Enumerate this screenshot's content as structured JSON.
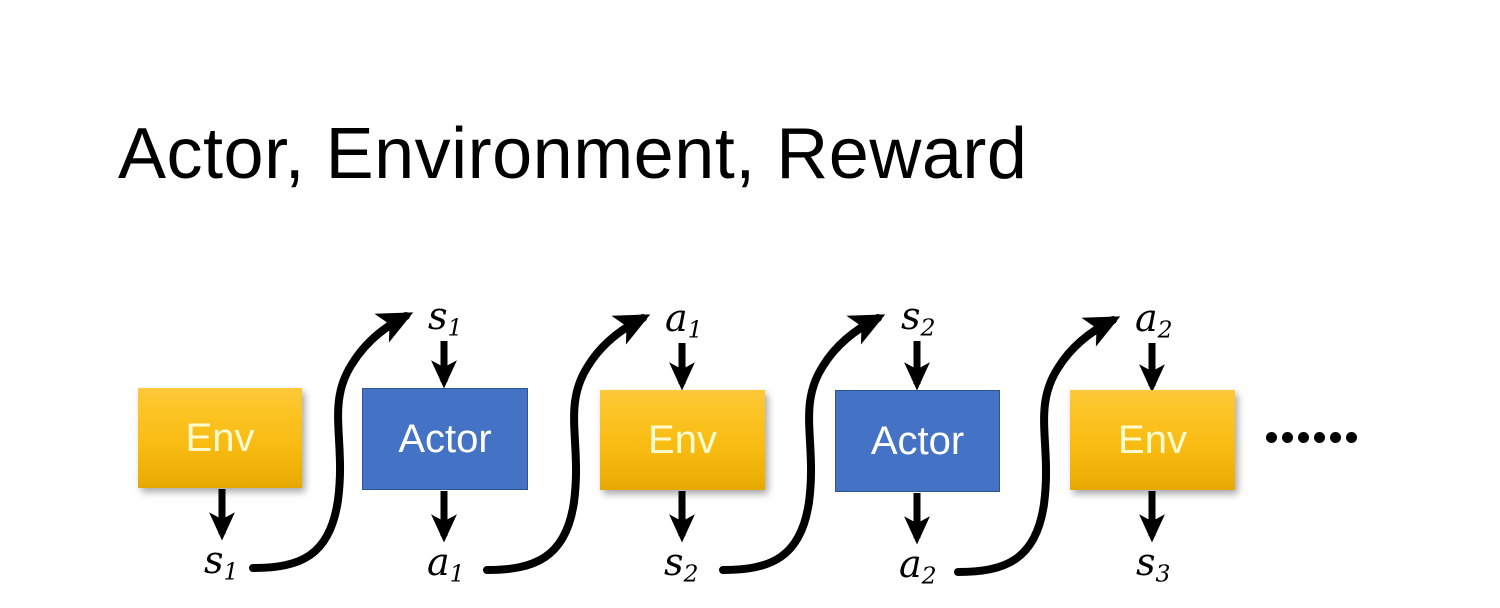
{
  "slide": {
    "title": "Actor, Environment, Reward",
    "background_color": "#FFFFFF"
  },
  "palette": {
    "env_fill_top": "#FDC93B",
    "env_fill_bottom": "#E5A704",
    "env_text": "#FDFBD0",
    "actor_fill": "#4472C4",
    "actor_border": "#2F5597",
    "actor_text": "#FFFFFF",
    "arrow_color": "#000000",
    "title_color": "#000000"
  },
  "diagram": {
    "type": "sequence-flow",
    "description": "Alternating Environment and Actor blocks passing states and actions",
    "nodes": [
      {
        "id": "env1",
        "label": "Env",
        "kind": "env"
      },
      {
        "id": "actor1",
        "label": "Actor",
        "kind": "actor"
      },
      {
        "id": "env2",
        "label": "Env",
        "kind": "env"
      },
      {
        "id": "actor2",
        "label": "Actor",
        "kind": "actor"
      },
      {
        "id": "env3",
        "label": "Env",
        "kind": "env"
      }
    ],
    "top_labels": [
      {
        "id": "top-s1",
        "base": "s",
        "sub": "1"
      },
      {
        "id": "top-a1",
        "base": "a",
        "sub": "1"
      },
      {
        "id": "top-s2",
        "base": "s",
        "sub": "2"
      },
      {
        "id": "top-a2",
        "base": "a",
        "sub": "2"
      }
    ],
    "bottom_labels": [
      {
        "id": "bot-s1",
        "base": "s",
        "sub": "1"
      },
      {
        "id": "bot-a1",
        "base": "a",
        "sub": "1"
      },
      {
        "id": "bot-s2",
        "base": "s",
        "sub": "2"
      },
      {
        "id": "bot-a2",
        "base": "a",
        "sub": "2"
      },
      {
        "id": "bot-s3",
        "base": "s",
        "sub": "3"
      }
    ],
    "continuation": {
      "symbol": "......",
      "dot_count": 6
    }
  }
}
